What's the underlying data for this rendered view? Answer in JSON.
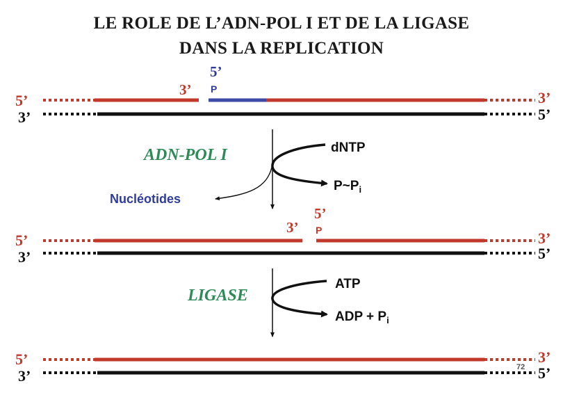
{
  "title": {
    "line1": "LE ROLE DE L’ADN-POL I  ET DE LA LIGASE",
    "line2": "DANS LA REPLICATION"
  },
  "ends": {
    "five": "5’",
    "three": "3’"
  },
  "stage1": {
    "gap_3": "3’",
    "gap_5": "5’",
    "p": "P"
  },
  "step1": {
    "enzyme": "ADN-POL I",
    "input": "dNTP",
    "output_main": "P~P",
    "output_sub": "i",
    "removed": "Nucléotides"
  },
  "stage2": {
    "nick_3": "3’",
    "nick_5": "5’",
    "p": "P"
  },
  "step2": {
    "enzyme": "LIGASE",
    "input": "ATP",
    "output_main": "ADP + P",
    "output_sub": "i"
  },
  "page_number": "72",
  "colors": {
    "red_strand": "#c0392b",
    "black_strand": "#111111",
    "blue_segment": "#3e48a6",
    "enzyme_green": "#2e8b57",
    "nucleotide_blue": "#2f3c9b"
  }
}
